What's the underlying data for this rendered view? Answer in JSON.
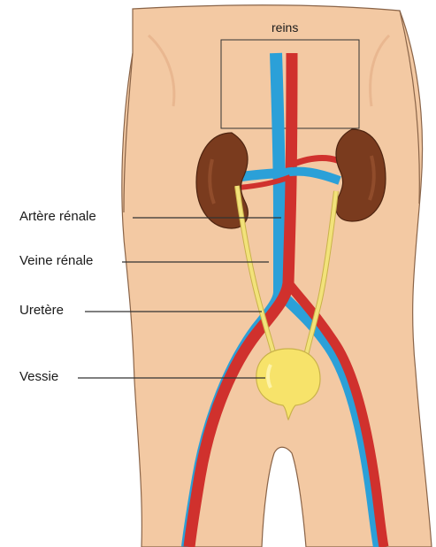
{
  "diagram": {
    "top_label": "reins",
    "labels": [
      {
        "text": "Artère rénale",
        "target": "renal-artery"
      },
      {
        "text": "Veine rénale",
        "target": "renal-vein"
      },
      {
        "text": "Uretère",
        "target": "ureter"
      },
      {
        "text": "Vessie",
        "target": "bladder"
      }
    ]
  },
  "colors": {
    "skin": "#f3c9a3",
    "skin_shadow": "#e2ab83",
    "outline": "#6b4a33",
    "kidney": "#7a3b1e",
    "kidney_light": "#9a5430",
    "artery": "#d0312d",
    "vein": "#2ba0d8",
    "ureter": "#f2e27a",
    "bladder": "#f7e36a",
    "leader_line": "#333333"
  }
}
